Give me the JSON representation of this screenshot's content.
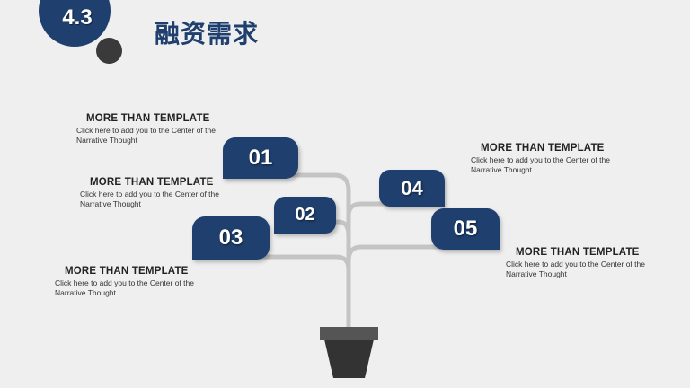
{
  "section": {
    "number": "4.3"
  },
  "title": "融资需求",
  "colors": {
    "primary": "#1f3f6e",
    "dark": "#3a3a3a",
    "stem": "#c4c4c4",
    "background": "#efefef"
  },
  "leaves": [
    {
      "label": "01"
    },
    {
      "label": "02"
    },
    {
      "label": "03"
    },
    {
      "label": "04"
    },
    {
      "label": "05"
    }
  ],
  "text_blocks": [
    {
      "heading": "MORE THAN TEMPLATE",
      "body": "Click here to add  you to the Center of the\nNarrative  Thought"
    },
    {
      "heading": "MORE THAN TEMPLATE",
      "body": "Click here to add  you to the Center of the\nNarrative  Thought"
    },
    {
      "heading": "MORE THAN TEMPLATE",
      "body": "Click here to add  you to the Center of the\nNarrative  Thought"
    },
    {
      "heading": "MORE THAN TEMPLATE",
      "body": "Click here to add  you to the Center of the\nNarrative  Thought"
    },
    {
      "heading": "MORE THAN TEMPLATE",
      "body": "Click here to add  you to the Center of the\nNarrative  Thought"
    }
  ]
}
